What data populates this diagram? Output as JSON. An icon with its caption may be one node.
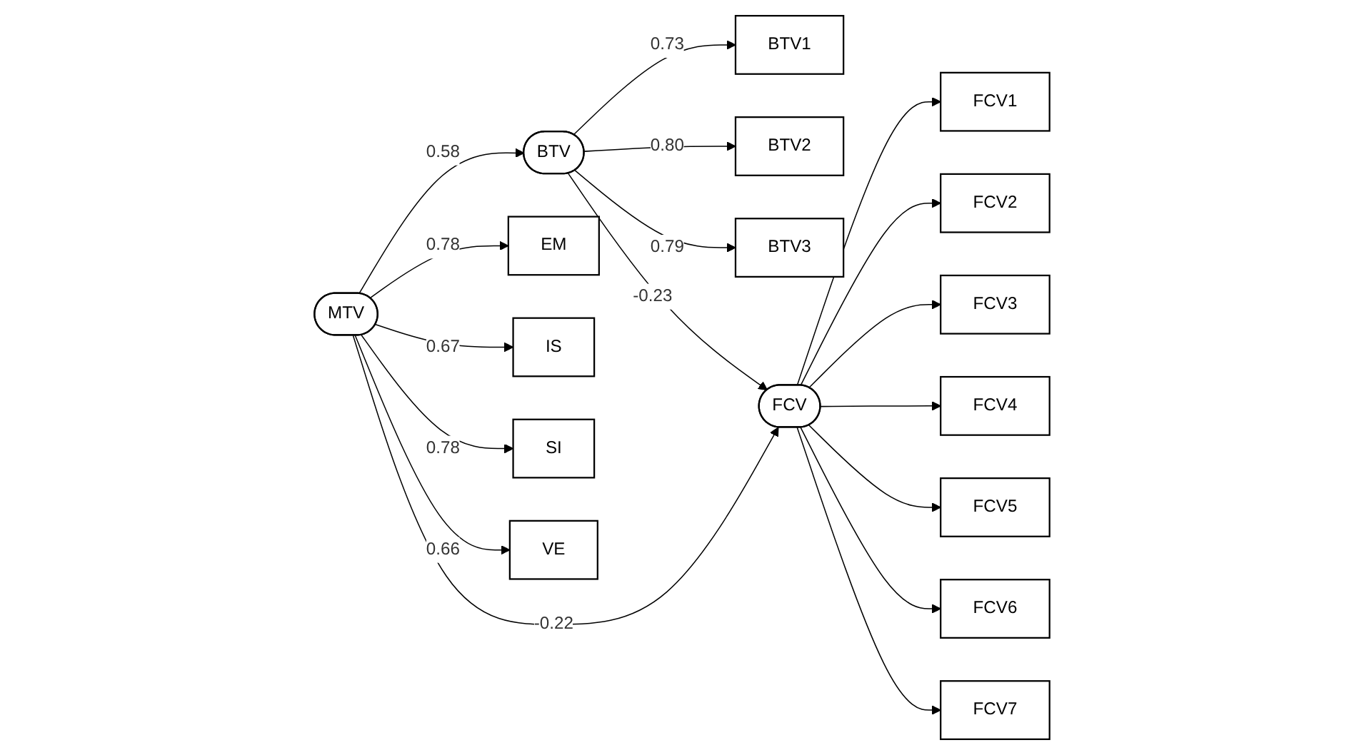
{
  "diagram": {
    "nodes": [
      {
        "text": [
          "BTV1"
        ]
      },
      {
        "text": [
          "BTV2"
        ]
      },
      {
        "text": [
          "BTV3"
        ]
      },
      {
        "text": [
          "BTV"
        ]
      },
      {
        "text": [
          "EM"
        ]
      },
      {
        "text": [
          "IS"
        ]
      },
      {
        "text": [
          "SI"
        ]
      },
      {
        "text": [
          "VE"
        ]
      },
      {
        "text": [
          "MTV"
        ]
      },
      {
        "text": [
          "FCV"
        ]
      },
      {
        "text": [
          "FCV1"
        ]
      },
      {
        "text": [
          "FCV2"
        ]
      },
      {
        "text": [
          "FCV3"
        ]
      },
      {
        "text": [
          "FCV4"
        ]
      },
      {
        "text": [
          "FCV5"
        ]
      },
      {
        "text": [
          "FCV6"
        ]
      },
      {
        "text": [
          "FCV7"
        ]
      }
    ],
    "edges": [
      {
        "from": 3,
        "to": 0,
        "arrow": "to",
        "label": "0.73"
      },
      {
        "from": 3,
        "to": 1,
        "arrow": "to",
        "label": "0.80"
      },
      {
        "from": 3,
        "to": 2,
        "arrow": "to",
        "label": "0.79"
      },
      {
        "from": 8,
        "to": 3,
        "arrow": "to",
        "label": "0.58"
      },
      {
        "from": 3,
        "to": 9,
        "arrow": "to",
        "label": "-0.23"
      },
      {
        "from": 8,
        "to": 4,
        "arrow": "to",
        "label": "0.78"
      },
      {
        "from": 8,
        "to": 5,
        "arrow": "to",
        "label": "0.67"
      },
      {
        "from": 8,
        "to": 6,
        "arrow": "to",
        "label": "0.78"
      },
      {
        "from": 8,
        "to": 7,
        "arrow": "to",
        "label": "0.66"
      },
      {
        "from": 8,
        "to": 9,
        "arrow": "to",
        "label": "-0.22"
      },
      {
        "from": 9,
        "to": 10,
        "arrow": "to"
      },
      {
        "from": 9,
        "to": 11,
        "arrow": "to"
      },
      {
        "from": 9,
        "to": 12,
        "arrow": "to"
      },
      {
        "from": 9,
        "to": 13,
        "arrow": "to"
      },
      {
        "from": 9,
        "to": 14,
        "arrow": "to"
      },
      {
        "from": 9,
        "to": 15,
        "arrow": "to"
      },
      {
        "from": 9,
        "to": 16,
        "arrow": "to"
      }
    ]
  }
}
